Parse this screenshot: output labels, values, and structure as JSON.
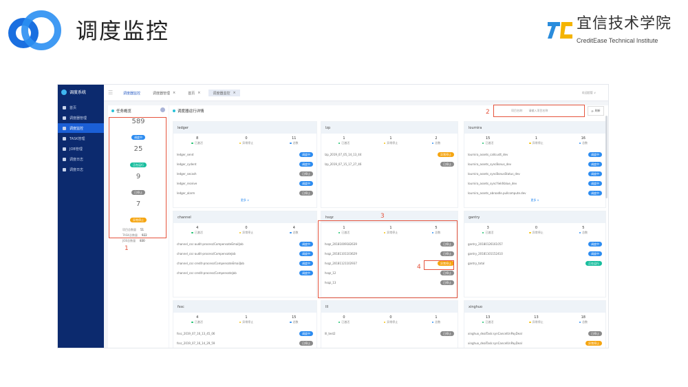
{
  "slide": {
    "title": "调度监控",
    "brand": {
      "name": "宜信技术学院",
      "sub": "CreditEase Technical Institute"
    },
    "colors": {
      "logo_blue": "#1a6fe0",
      "brand_blue": "#2a8cdc",
      "brand_yellow": "#f4b400"
    }
  },
  "sidebar": {
    "app_name": "调度系统",
    "items": [
      {
        "label": "首页"
      },
      {
        "label": "调度器管理"
      },
      {
        "label": "调度监控",
        "active": true
      },
      {
        "label": "TASK管理"
      },
      {
        "label": "JOB管理"
      },
      {
        "label": "调度日志"
      },
      {
        "label": "调度日志"
      }
    ]
  },
  "topbar": {
    "tabs": [
      {
        "label": "调度器监控"
      },
      {
        "label": "调度器管理",
        "close": "×"
      },
      {
        "label": "首页",
        "close": "×"
      },
      {
        "label": "调度器监控",
        "close": "×"
      }
    ],
    "user": "欢迎超管 ∨"
  },
  "overview": {
    "title": "任务概览",
    "counts": [
      {
        "value": "589",
        "label": "调度中",
        "kind": "run"
      },
      {
        "value": "25",
        "label": "正在运行",
        "kind": "active"
      },
      {
        "value": "9",
        "label": "已停止",
        "kind": "stop"
      },
      {
        "value": "7",
        "label": "异常停止",
        "kind": "err"
      }
    ],
    "totals": [
      {
        "label": "项目总数量",
        "value": "51"
      },
      {
        "label": "TASK总数量",
        "value": "922"
      },
      {
        "label": "JOB总数量",
        "value": "830"
      }
    ]
  },
  "main": {
    "title": "调度器运行详情",
    "search_label": "项目名称:",
    "search_placeholder": "请输入项目名称",
    "refresh": "刷新",
    "stat_labels": [
      "已激活",
      "异常停止",
      "总数"
    ],
    "more": "更多 ∨",
    "status": {
      "run": "调度中",
      "active": "正在运行",
      "stop": "已停止",
      "err": "异常停止"
    },
    "cards": [
      {
        "name": "ledger",
        "stats": [
          "8",
          "0",
          "11"
        ],
        "more": true,
        "items": [
          [
            "ledger_send",
            "run"
          ],
          [
            "ledger_cydent",
            "run"
          ],
          [
            "ledger_secash",
            "stop"
          ],
          [
            "ledger_receive",
            "run"
          ],
          [
            "ledger_alarm",
            "stop"
          ]
        ]
      },
      {
        "name": "lzp",
        "stats": [
          "1",
          "1",
          "2"
        ],
        "items": [
          [
            "lzp_2019_07_05_14_13_44",
            "err"
          ],
          [
            "lzp_2019_07_15_17_27_46",
            "stop"
          ]
        ]
      },
      {
        "name": "lournira",
        "stats": [
          "15",
          "1",
          "16"
        ],
        "more": true,
        "items": [
          [
            "lournira_assets_callcustt_dev",
            "run"
          ],
          [
            "lournira_assets_syncBonus_dev",
            "run"
          ],
          [
            "lournira_assets_syncBonusStatus_dev",
            "run"
          ],
          [
            "lournira_assets_syncYieldValue_dev",
            "run"
          ],
          [
            "lournira_assets_abroadle.pullcompute.dev",
            "run"
          ]
        ]
      },
      {
        "name": "channel",
        "stats": [
          "4",
          "0",
          "4"
        ],
        "items": [
          [
            "channel_csc-audit-process/CompensateEmailJob",
            "run"
          ],
          [
            "channel_csc-audit-process/CompensateJob",
            "run"
          ],
          [
            "channel_csc-credit-process/CompensateEmailJob",
            "run"
          ],
          [
            "channel_csc-credit-process/CompensateJob",
            "run"
          ]
        ]
      },
      {
        "name": "hsqz",
        "stats": [
          "1",
          "1",
          "5"
        ],
        "items": [
          [
            "hsqz_20181009182639",
            "stop"
          ],
          [
            "hsqz_20181101103629",
            "stop"
          ],
          [
            "hsqz_20181121102937",
            "err"
          ],
          [
            "hsqz_12",
            "stop"
          ],
          [
            "hsqz_13",
            "stop"
          ]
        ]
      },
      {
        "name": "gantry",
        "stats": [
          "3",
          "0",
          "5"
        ],
        "items": [
          [
            "gantry_20180126161057",
            "run"
          ],
          [
            "gantry_20181101152410",
            "run"
          ],
          [
            "gantry_total",
            "active"
          ]
        ]
      },
      {
        "name": "fssc",
        "stats": [
          "4",
          "1",
          "15"
        ],
        "items": [
          [
            "fssc_2019_07_16_13_45_06",
            "run"
          ],
          [
            "fssc_2019_07_16_14_29_59",
            "stop"
          ]
        ]
      },
      {
        "name": "lll",
        "stats": [
          "0",
          "0",
          "1"
        ],
        "items": [
          [
            "lll_test2",
            "stop"
          ]
        ]
      },
      {
        "name": "xinghuo",
        "stats": [
          "13",
          "13",
          "18"
        ],
        "items": [
          [
            "xinghuo_dealTask:synCancelUnPayDeal",
            "stop"
          ],
          [
            "xinghuo_dealTask:synCancelUnPayDeal",
            "err"
          ]
        ]
      }
    ]
  },
  "annotations": [
    "1",
    "2",
    "3",
    "4"
  ]
}
